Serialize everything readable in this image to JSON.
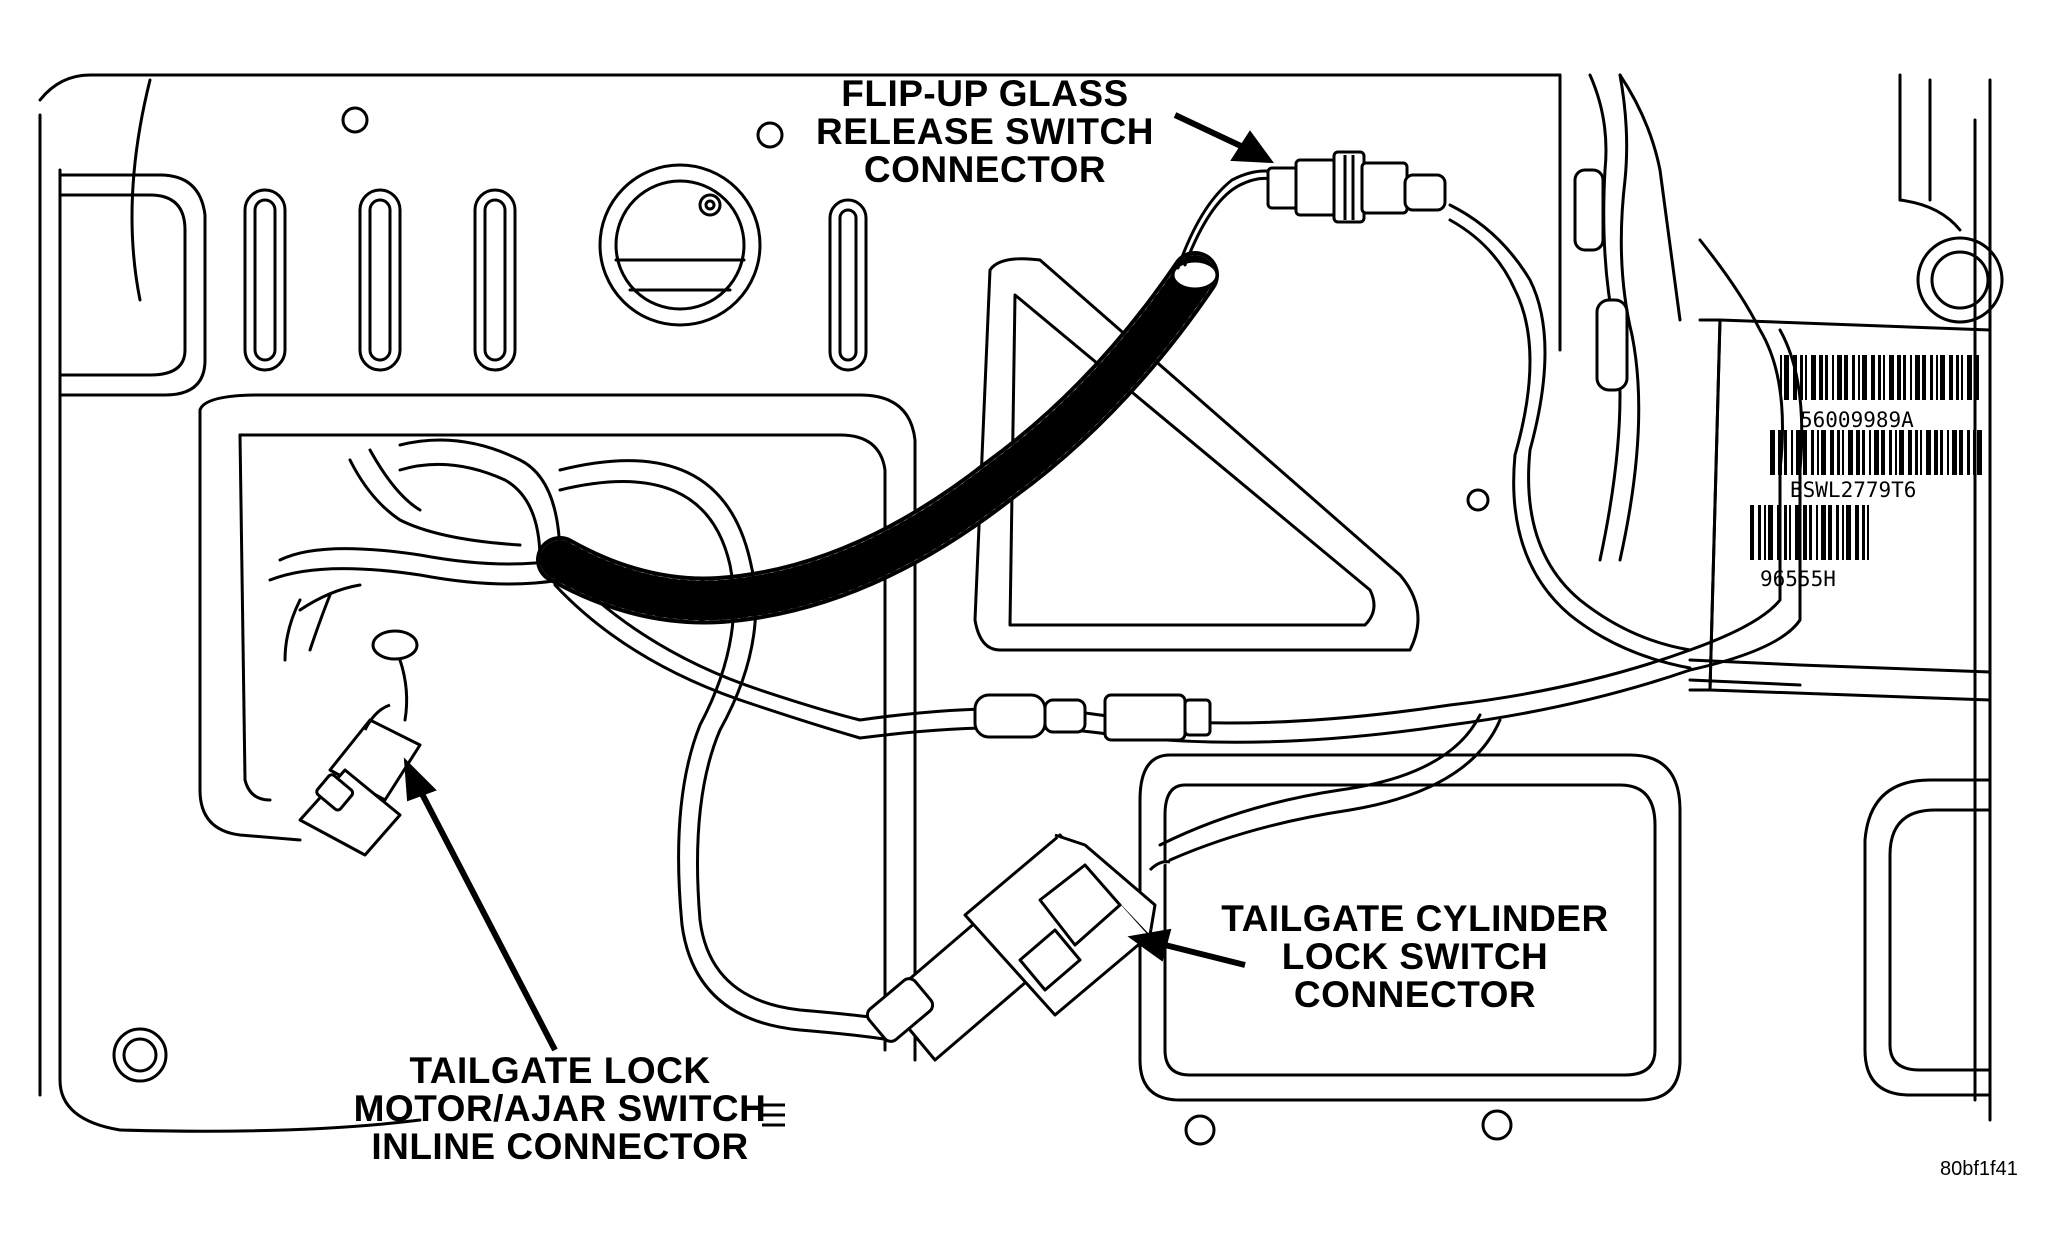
{
  "callouts": [
    {
      "lines": [
        "FLIP-UP GLASS",
        "RELEASE SWITCH",
        "CONNECTOR"
      ]
    },
    {
      "lines": [
        "TAILGATE CYLINDER",
        "LOCK SWITCH",
        "CONNECTOR"
      ]
    },
    {
      "lines": [
        "TAILGATE LOCK",
        "MOTOR/AJAR SWITCH",
        "INLINE CONNECTOR"
      ]
    }
  ],
  "label_plate": {
    "lines": [
      "56009989A",
      "BSWL2779T6",
      "96555H"
    ]
  },
  "figure_code": "80bf1f41",
  "colors": {
    "ink": "#000000",
    "paper": "#ffffff"
  }
}
